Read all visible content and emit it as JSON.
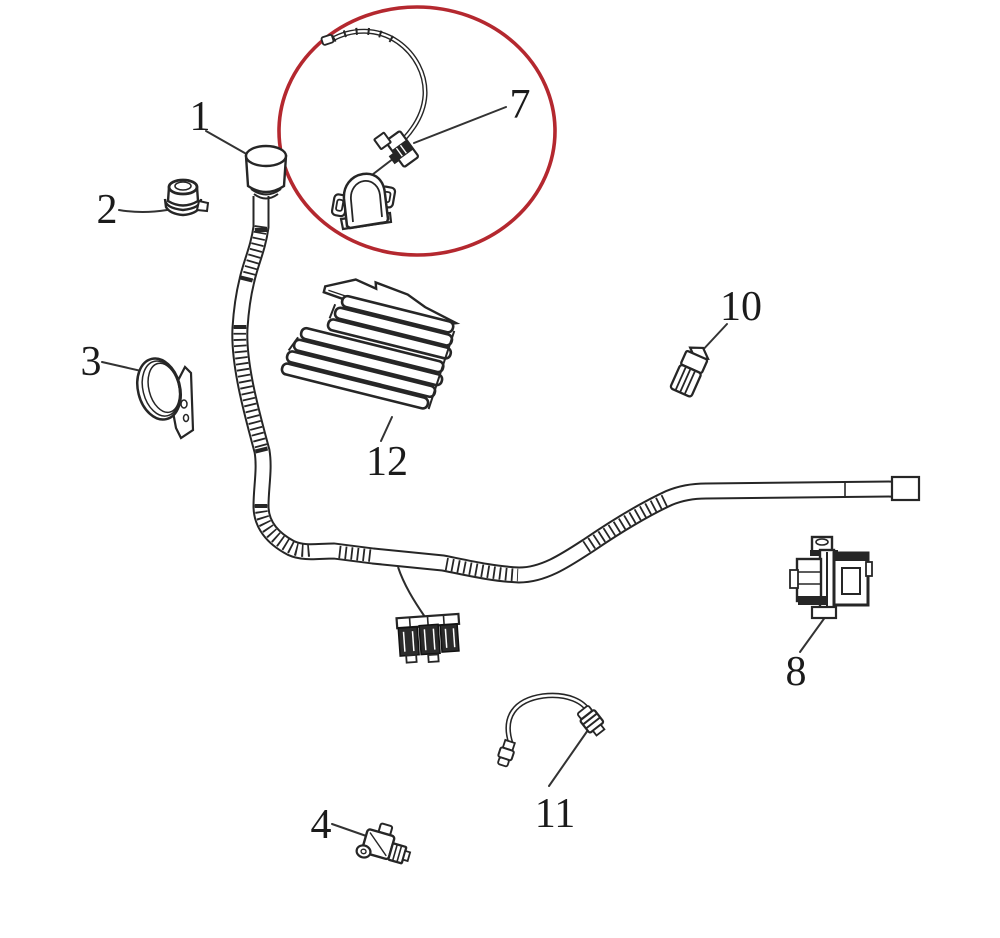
{
  "diagram": {
    "description": "exploded wiring-harness parts diagram",
    "background_color": "#ffffff",
    "line_color": "#262626",
    "highlight": {
      "shape": "ellipse",
      "color": "#b4282f",
      "highlighted_part_label": "7"
    },
    "parts": [
      {
        "id": "part-1",
        "label": "1"
      },
      {
        "id": "part-2",
        "label": "2"
      },
      {
        "id": "part-3",
        "label": "3"
      },
      {
        "id": "part-4",
        "label": "4"
      },
      {
        "id": "part-7",
        "label": "7"
      },
      {
        "id": "part-8",
        "label": "8"
      },
      {
        "id": "part-10",
        "label": "10"
      },
      {
        "id": "part-11",
        "label": "11"
      },
      {
        "id": "part-12",
        "label": "12"
      }
    ]
  }
}
